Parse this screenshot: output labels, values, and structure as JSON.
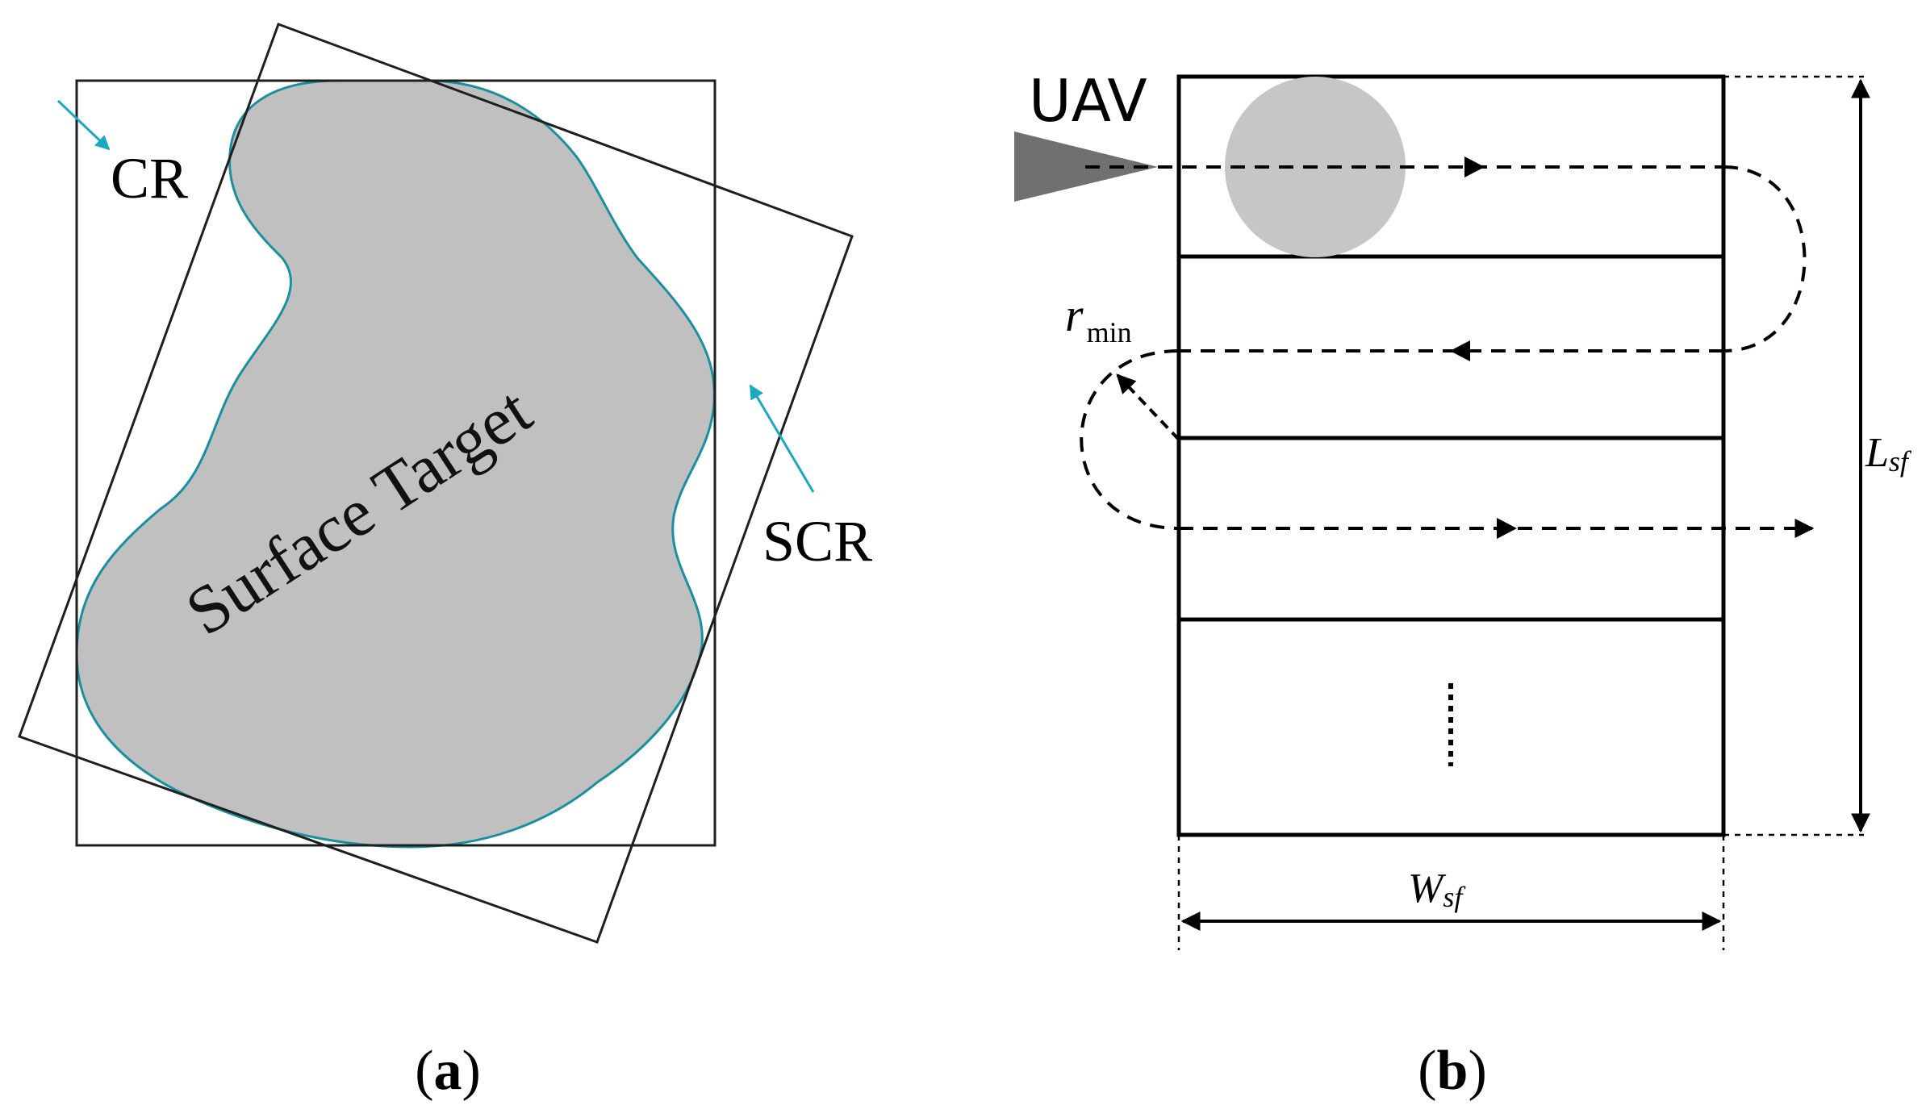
{
  "panel_a": {
    "caption_open": "(",
    "caption_letter": "a",
    "caption_close": ")",
    "label_cr": "CR",
    "label_scr": "SCR",
    "label_target": "Surface Target",
    "colors": {
      "target_fill": "#c0c0c0",
      "target_outline": "#1a8fa0",
      "arrow": "#19a8c2",
      "frame": "#1f1f1f"
    }
  },
  "panel_b": {
    "caption_open": "(",
    "caption_letter": "b",
    "caption_close": ")",
    "label_uav": "UAV",
    "label_rmin_main": "r",
    "label_rmin_sub": "min",
    "label_length_main": "L",
    "label_length_sub": "sf",
    "label_width_main": "W",
    "label_width_sub": "sf",
    "colors": {
      "strip_border": "#000000",
      "sensor_disc": "#c4c6c8",
      "uav_marker": "#707070",
      "path": "#000000"
    }
  }
}
